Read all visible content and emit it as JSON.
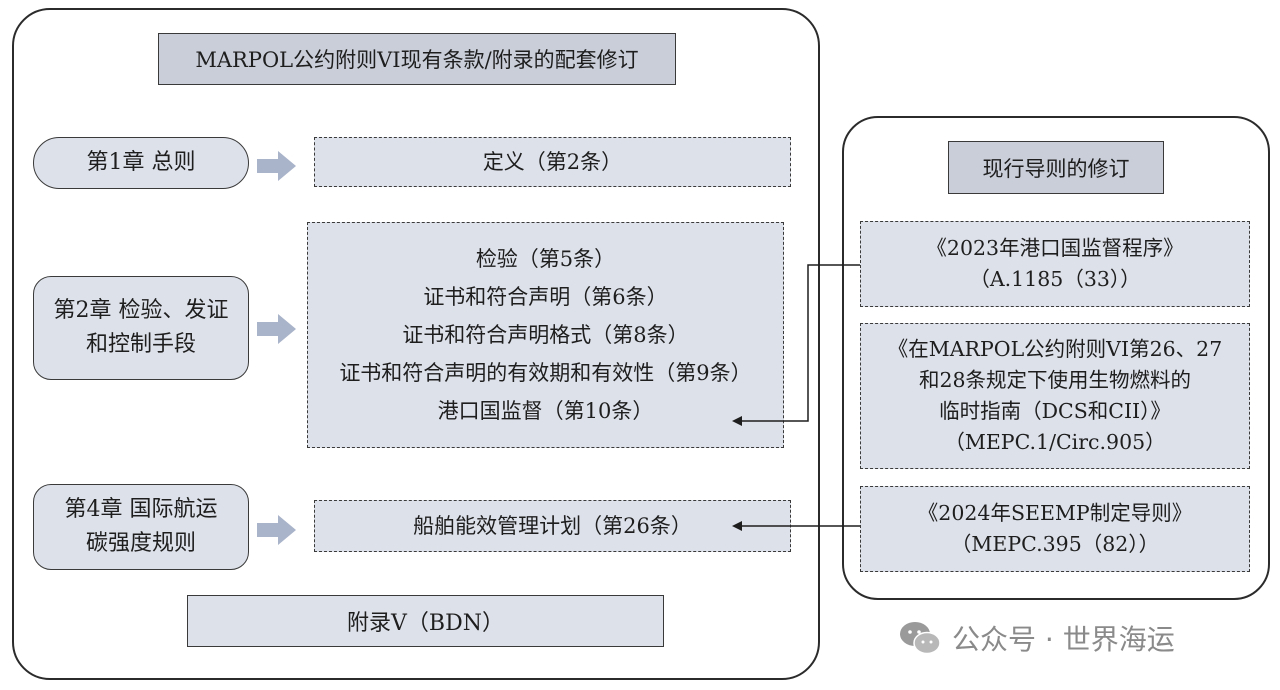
{
  "left_panel": {
    "title": "MARPOL公约附则VI现有条款/附录的配套修订",
    "chapters": [
      {
        "label": "第1章 总则",
        "items": [
          "定义（第2条）"
        ]
      },
      {
        "label_lines": [
          "第2章 检验、发证",
          "和控制手段"
        ],
        "items": [
          "检验（第5条）",
          "证书和符合声明（第6条）",
          "证书和符合声明格式（第8条）",
          "证书和符合声明的有效期和有效性（第9条）",
          "港口国监督（第10条）"
        ]
      },
      {
        "label_lines": [
          "第4章 国际航运",
          "碳强度规则"
        ],
        "items": [
          "船舶能效管理计划（第26条）"
        ]
      }
    ],
    "appendix": "附录V（BDN）"
  },
  "right_panel": {
    "title": "现行导则的修订",
    "guidelines": [
      {
        "lines": [
          "《2023年港口国监督程序》",
          "（A.1185（33））"
        ]
      },
      {
        "lines": [
          "《在MARPOL公约附则VI第26、27",
          "和28条规定下使用生物燃料的",
          "临时指南（DCS和CII）》",
          "（MEPC.1/Circ.905）"
        ]
      },
      {
        "lines": [
          "《2024年SEEMP制定导则》",
          "（MEPC.395（82））"
        ]
      }
    ]
  },
  "watermark": {
    "text": "公众号 · 世界海运",
    "icon": "wechat-icon"
  },
  "colors": {
    "box_fill": "#dde1ea",
    "title_fill": "#c9ced9",
    "arrow_fill": "#a9b3c9",
    "border": "#2b2b2b"
  }
}
